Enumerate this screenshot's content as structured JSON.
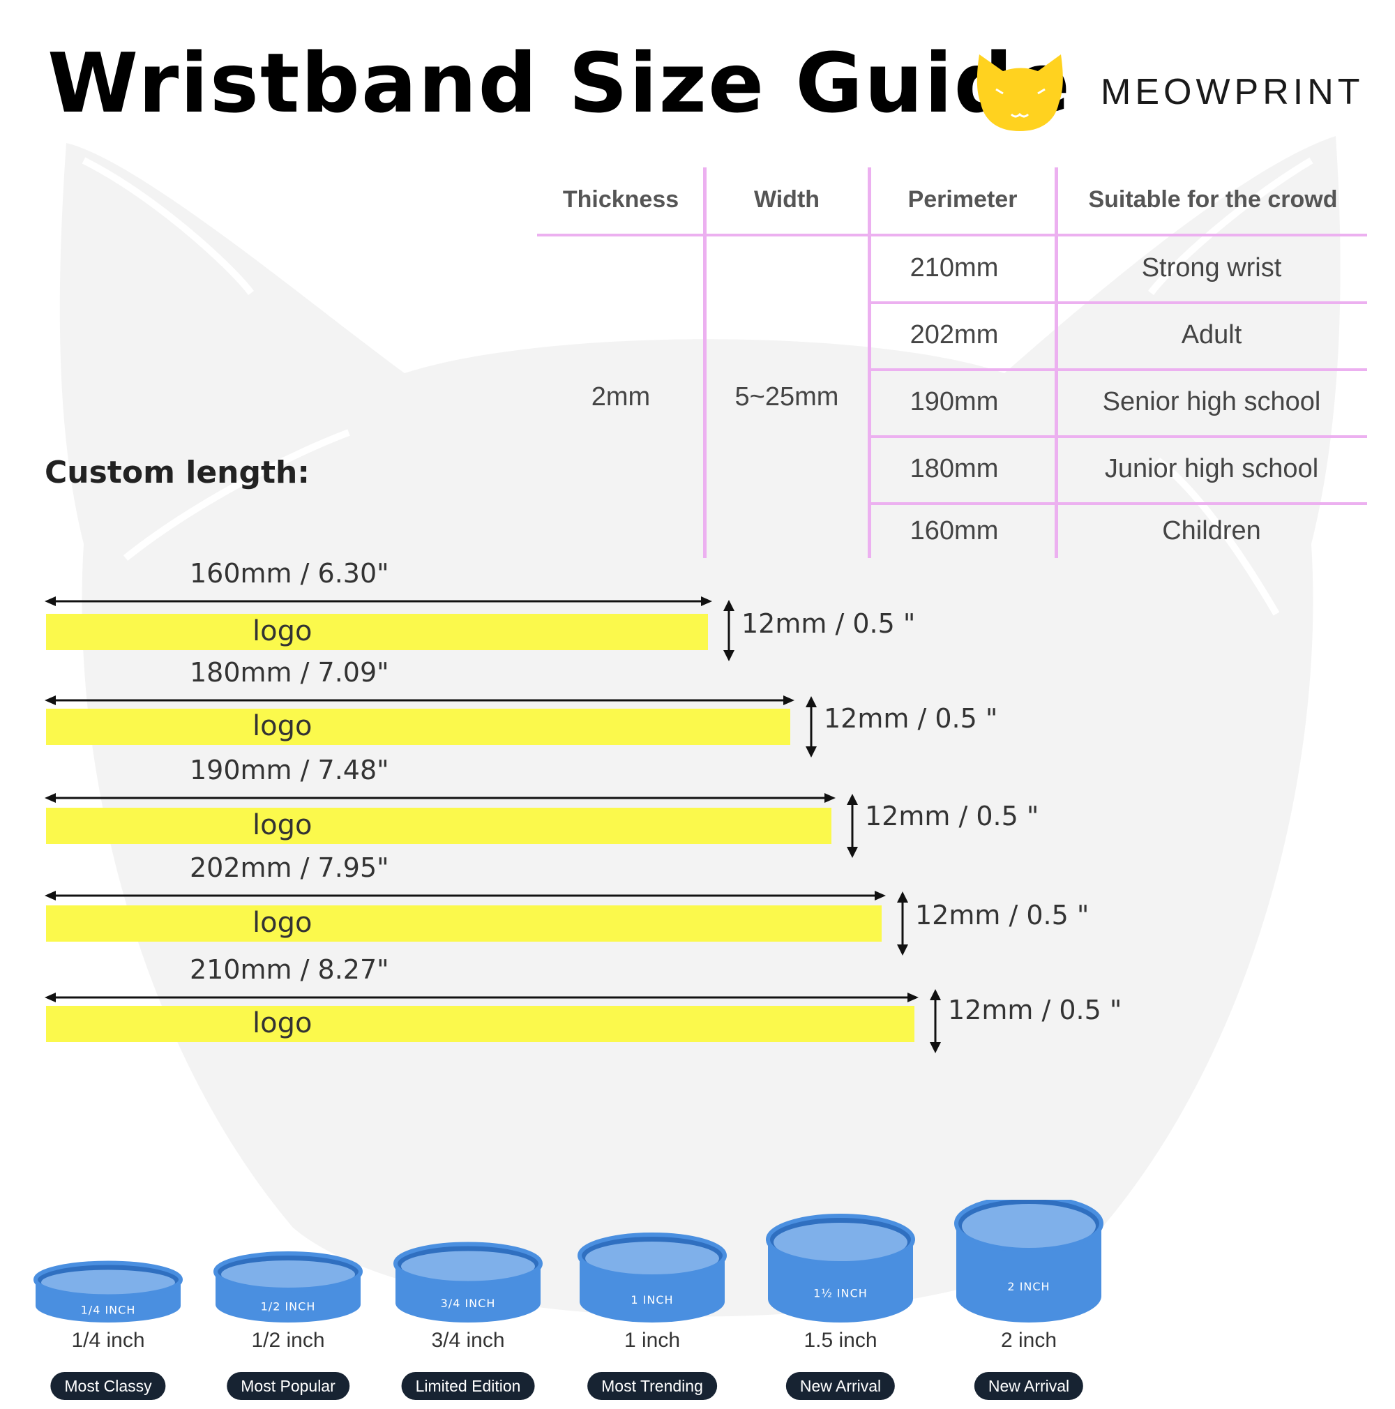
{
  "header": {
    "title": "Wristband Size Guide",
    "brand_name": "MEOWPRINT",
    "brand_icon": "cat-head-icon",
    "brand_color": "#ffd21f"
  },
  "table": {
    "columns": [
      "Thickness",
      "Width",
      "Perimeter",
      "Suitable for the crowd"
    ],
    "thickness": "2mm",
    "width": "5~25mm",
    "rows": [
      {
        "perimeter": "210mm",
        "crowd": "Strong wrist"
      },
      {
        "perimeter": "202mm",
        "crowd": "Adult"
      },
      {
        "perimeter": "190mm",
        "crowd": "Senior high school"
      },
      {
        "perimeter": "180mm",
        "crowd": "Junior high school"
      },
      {
        "perimeter": "160mm",
        "crowd": "Children"
      }
    ],
    "line_color": "#ecb0f0"
  },
  "custom": {
    "label": "Custom length:",
    "band_color": "#fbf94c",
    "bands": [
      {
        "length_label": "160mm / 6.30\"",
        "length_mm": 160,
        "logo": "logo",
        "width_label": "12mm / 0.5 \""
      },
      {
        "length_label": "180mm / 7.09\"",
        "length_mm": 180,
        "logo": "logo",
        "width_label": "12mm / 0.5 \""
      },
      {
        "length_label": "190mm / 7.48\"",
        "length_mm": 190,
        "logo": "logo",
        "width_label": "12mm / 0.5 \""
      },
      {
        "length_label": "202mm / 7.95\"",
        "length_mm": 202,
        "logo": "logo",
        "width_label": "12mm / 0.5 \""
      },
      {
        "length_label": "210mm / 8.27\"",
        "length_mm": 210,
        "logo": "logo",
        "width_label": "12mm / 0.5 \""
      }
    ]
  },
  "widths": {
    "ring_color": "#4a8fe0",
    "options": [
      {
        "ring_text": "1/4 INCH",
        "label": "1/4 inch",
        "badge": "Most Classy",
        "inches": 0.25
      },
      {
        "ring_text": "1/2 INCH",
        "label": "1/2 inch",
        "badge": "Most Popular",
        "inches": 0.5
      },
      {
        "ring_text": "3/4 INCH",
        "label": "3/4 inch",
        "badge": "Limited Edition",
        "inches": 0.75
      },
      {
        "ring_text": "1 INCH",
        "label": "1 inch",
        "badge": "Most Trending",
        "inches": 1
      },
      {
        "ring_text": "1½ INCH",
        "label": "1.5 inch",
        "badge": "New Arrival",
        "inches": 1.5
      },
      {
        "ring_text": "2 INCH",
        "label": "2 inch",
        "badge": "New Arrival",
        "inches": 2
      }
    ]
  }
}
